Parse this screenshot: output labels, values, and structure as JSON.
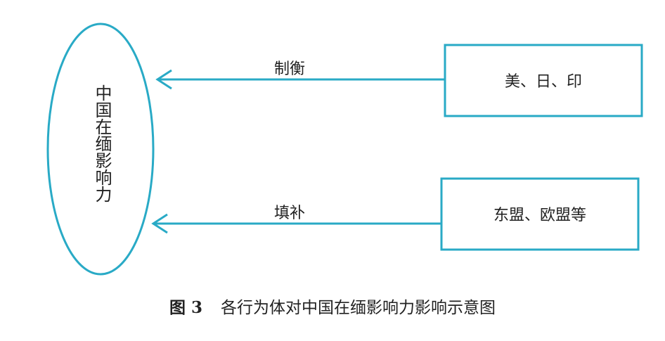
{
  "diagram": {
    "center_node": {
      "label": "中国在缅影响力"
    },
    "nodes": [
      {
        "id": "us-jp-in",
        "label": "美、日、印"
      },
      {
        "id": "asean-eu",
        "label": "东盟、欧盟等"
      }
    ],
    "edges": [
      {
        "from": "us-jp-in",
        "to": "center",
        "label": "制衡"
      },
      {
        "from": "asean-eu",
        "to": "center",
        "label": "填补"
      }
    ],
    "colors": {
      "stroke": "#29aac6",
      "text": "#222222"
    }
  },
  "caption": {
    "figure_number": "图 3",
    "text": "各行为体对中国在缅影响力影响示意图"
  }
}
